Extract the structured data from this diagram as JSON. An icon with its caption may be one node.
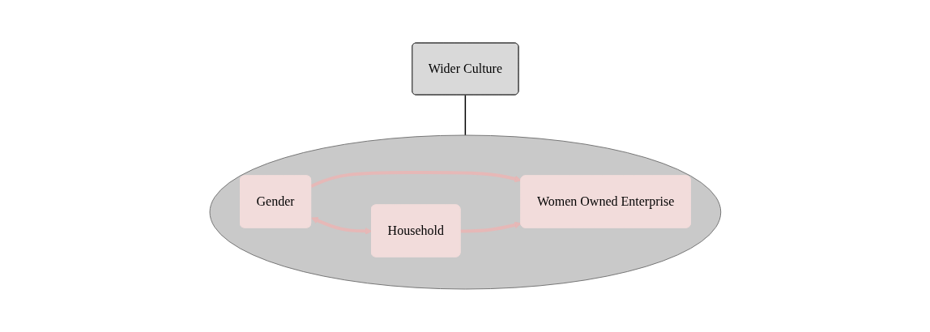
{
  "diagram": {
    "nodes": [
      {
        "text": [],
        "shape": "ellipse"
      },
      {
        "text": [
          "Gender"
        ],
        "in": 0
      },
      {
        "text": [
          "Household"
        ],
        "in": 0
      },
      {
        "text": [
          "Women Owned Enterprise"
        ],
        "in": 0
      },
      {
        "text": [
          "Wider Culture"
        ]
      }
    ],
    "edges": [
      {
        "from": 1,
        "to": 2,
        "arrow": "both"
      },
      {
        "from": 1,
        "to": 3,
        "arrow": "to"
      },
      {
        "from": 2,
        "to": 3,
        "arrow": "to"
      },
      {
        "from": 4,
        "to": 0,
        "arrow": "none",
        "color": "#000000"
      }
    ]
  }
}
